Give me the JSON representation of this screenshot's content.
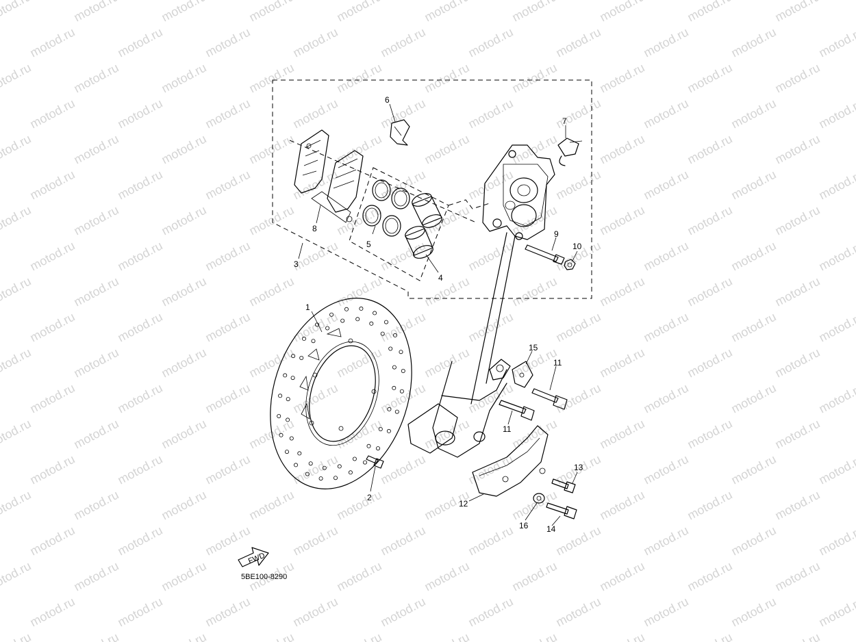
{
  "watermark": "motod.ru",
  "diagram_code": "5BE100-8290",
  "fwd_arrow_label": "FWD",
  "callouts": {
    "c1": "1",
    "c2": "2",
    "c3": "3",
    "c4": "4",
    "c5": "5",
    "c6": "6",
    "c7": "7",
    "c8": "8",
    "c9": "9",
    "c10": "10",
    "c11a": "11",
    "c11b": "11",
    "c12": "12",
    "c13": "13",
    "c14": "14",
    "c15": "15",
    "c16": "16"
  },
  "colors": {
    "line": "#000000",
    "watermark": "#d4d4d4",
    "background": "#ffffff"
  }
}
